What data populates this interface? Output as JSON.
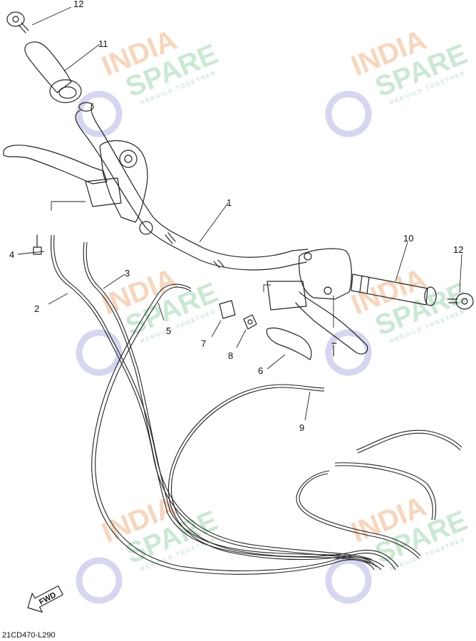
{
  "diagram": {
    "drawing_code": "21CD470-L290",
    "fwd_label": "FWD",
    "callouts": [
      "1",
      "2",
      "3",
      "4",
      "5",
      "6",
      "7",
      "8",
      "9",
      "10",
      "11",
      "12",
      "12"
    ]
  },
  "watermark": {
    "line1": "INDIA",
    "line2": "SPARE",
    "tagline": "REBUILD TOGETHER",
    "colors": {
      "orange": "#f6c8a4",
      "green": "#b9e2c4",
      "blue": "#c9c9ec"
    }
  }
}
